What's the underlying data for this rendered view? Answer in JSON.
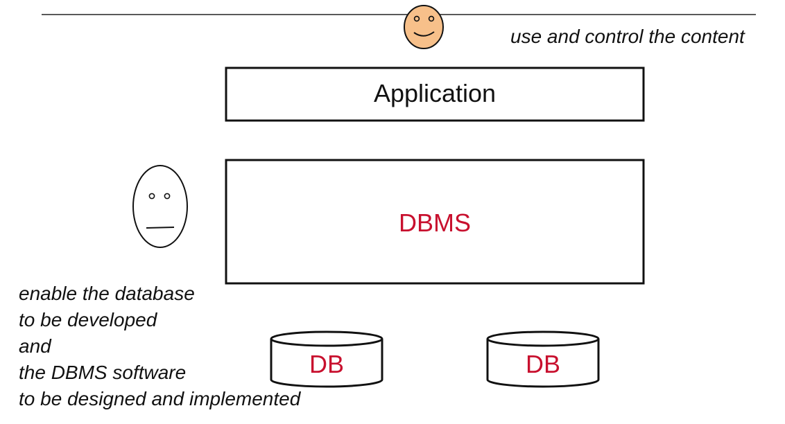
{
  "end_user": {
    "caption": "use and control the content",
    "icon": "smiley-face-icon",
    "face_color": "#f7c08a"
  },
  "application": {
    "label": "Application"
  },
  "dbms": {
    "label": "DBMS",
    "label_color": "#c8102e"
  },
  "developer": {
    "icon": "neutral-face-icon",
    "caption_lines": [
      "enable the database",
      "to be developed",
      "and",
      "the DBMS software",
      "to be designed and implemented"
    ]
  },
  "databases": [
    {
      "label": "DB"
    },
    {
      "label": "DB"
    }
  ]
}
